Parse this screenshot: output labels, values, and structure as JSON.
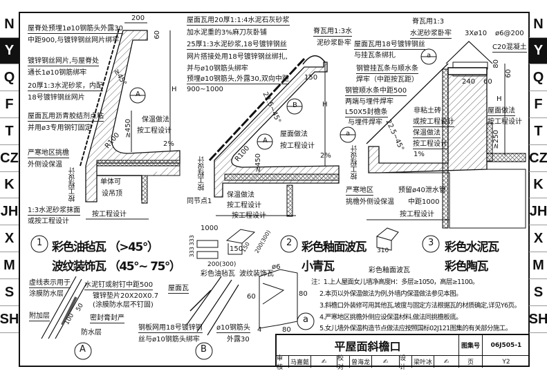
{
  "side_tabs": [
    "N",
    "Y",
    "Q",
    "F",
    "T",
    "CZ",
    "K",
    "JH",
    "X",
    "M",
    "S",
    "SH"
  ],
  "active_tab": "Y",
  "detail1": {
    "labels": [
      "屋脊处预埋1ø10钢筋头外露30",
      "中距900,与镀锌钢丝网片绑牢",
      "镀锌钢丝网片,与屋脊处",
      "通长1ø10钢筋绑牢",
      "20厚1:3水泥砂浆，内配",
      "18号镀锌钢丝网片",
      "屋面瓦用沥青胶结剂点粘",
      "并用ø3专用钢钉固定",
      "严寒地区挑檐",
      "外侧设保温",
      "1:3水泥砂浆抹面",
      "或按工程设计",
      "保温做法",
      "按工程设计",
      "单体可",
      "设吊顶",
      "按工程设计",
      "按工程设计"
    ],
    "dims": [
      "200",
      "60",
      "H",
      "≥45°",
      "R100",
      "≥450",
      "2%"
    ],
    "callout": "A"
  },
  "detail2": {
    "labels": [
      "屋面瓦用20厚1:1:4水泥石灰砂浆",
      "加水泥重的3%麻刀灰卧铺",
      "25厚1:3水泥砂浆,18号镀锌钢丝",
      "网片搭接处用18号镀锌钢丝绑扎,",
      "并与ø10钢筋头绑牢",
      "预埋ø10钢筋头,外露30,双向中距",
      "900~1000",
      "脊瓦用1:3水",
      "泥砂浆卧牢",
      "屋面做法",
      "按工程设计",
      "同节点1",
      "保温做法",
      "按工程设计",
      "按工程设计",
      "按工程设计"
    ],
    "dims": [
      "150",
      "H",
      "22.5~45°",
      "R100",
      "≥450",
      "2%"
    ],
    "callouts": [
      "B",
      "A"
    ]
  },
  "detail3": {
    "labels": [
      "脊瓦用1:3",
      "水泥砂浆卧牢",
      "屋面瓦用18号镀锌钢丝",
      "与挂瓦条绑扎",
      "钢管挂瓦条与顺水条",
      "焊牢（中距按瓦距）",
      "钢管顺水条中距500",
      "两端与埋件焊牢",
      "L50X5封檐条",
      "与埋件焊牢",
      "3Xø10",
      "ø6@200",
      "C20混凝土",
      "非粘土砖",
      "或按工程设计",
      "保温做法",
      "按工程设计",
      "屋面做法",
      "按工程设计",
      "严寒地区",
      "挑檐外侧设保温",
      "预留ø40泄水管",
      "中距1000",
      "按工程设计",
      "按工程设计"
    ],
    "dims": [
      "240",
      "60",
      "80",
      "60",
      "H",
      "≥250",
      "1%",
      "22.5~45°"
    ],
    "callouts": [
      "a",
      "a"
    ]
  },
  "types": [
    {
      "num": "1",
      "line1": "彩色油毡瓦  （>45°）",
      "line2": "波纹装饰瓦  （45°~ 75°）"
    },
    {
      "num": "2",
      "line1": "彩色釉面波瓦",
      "line2": "小青瓦"
    },
    {
      "num": "3",
      "line1": "彩色水泥瓦",
      "line2": "彩色陶瓦"
    }
  ],
  "tile_sketches": {
    "felt_label": "彩色油毡瓦",
    "wave_label": "波纹装饰瓦",
    "glaze_label": "彩色釉面波瓦",
    "dims": [
      "1000",
      "333",
      "333",
      "150",
      "200(300)",
      "150",
      "200(300)",
      "310"
    ]
  },
  "detailA": {
    "labels": [
      "虚线表示用于",
      "涂膜防水层",
      "水泥钉或射钉中距500",
      "镀锌垫片20X20X0.7",
      "(涂膜防水层不钉固)",
      "附加层",
      "密封膏封严",
      "防水层",
      "50",
      "100"
    ],
    "callout": "A"
  },
  "detailB": {
    "labels": [
      "屋面瓦",
      "钢板网用18号镀锌钢",
      "丝与ø10钢筋头绑牢",
      "ø10钢筋头",
      "外露30"
    ],
    "callout": "B"
  },
  "detail_a": {
    "labels": [
      "ø6",
      "60",
      "80",
      "80",
      "4"
    ],
    "callout": "a"
  },
  "notes": [
    "注：1.上人屋面女儿墙净高度H：多层≥1050，高层≥1100。",
    "2.本页以外保温做法为例,外墙内保温做法参见本图。",
    "3.斜檐口外装修可用其他瓦,坡度与固定方法根据瓦的材质确定,详见Y6页。",
    "4.严寒地区挑檐外侧应设保温材料,做法同挑檐板底。",
    "5.女儿墙外保温构造节点做法应按照国标02J121图集的有关部分施工。"
  ],
  "title_block": {
    "title": "平屋面斜檐口",
    "atlas_label": "图集号",
    "atlas_no": "06J505-1",
    "review": "审核",
    "reviewer": "马嘉懿",
    "check": "校对",
    "checker": "曾海龙",
    "design": "设计",
    "designer": "梁叶冰",
    "page_label": "页",
    "page": "Y2"
  }
}
